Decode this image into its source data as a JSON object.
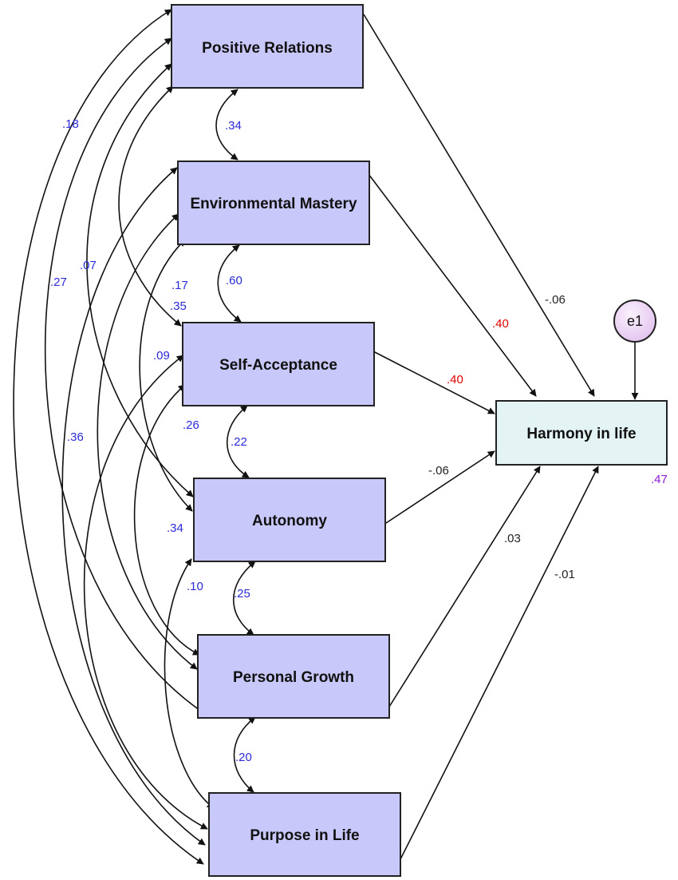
{
  "nodes": {
    "positive_relations": "Positive Relations",
    "environmental_mastery": "Environmental Mastery",
    "self_acceptance": "Self-Acceptance",
    "autonomy": "Autonomy",
    "personal_growth": "Personal Growth",
    "purpose_in_life": "Purpose in Life",
    "harmony_in_life": "Harmony in life",
    "error": "e1"
  },
  "paths": {
    "positive_relations": "-.06",
    "environmental_mastery": ".40",
    "self_acceptance": ".40",
    "autonomy": "-.06",
    "personal_growth": ".03",
    "purpose_in_life": "-.01"
  },
  "correlations": {
    "pr_em": ".34",
    "em_sa": ".60",
    "sa_au": ".22",
    "au_pg": ".25",
    "pg_pl": ".20",
    "pr_pl": ".18",
    "pr_pg": ".27",
    "pr_au": ".07",
    "pr_sa": ".35",
    "em_pl": ".36",
    "em_pg": ".17",
    "em_au": ".09",
    "sa_pl": ".34",
    "sa_pg": ".26",
    "au_pl": ".10"
  },
  "r_squared": ".47",
  "colors": {
    "predictor_fill": "#c8c8fa",
    "outcome_fill": "#e4f4f4",
    "error_fill": "#efd6f7",
    "correlation_text": "#2b2bd9",
    "significant_path_text": "#e00000",
    "r_squared_text": "#8a1bd9"
  }
}
